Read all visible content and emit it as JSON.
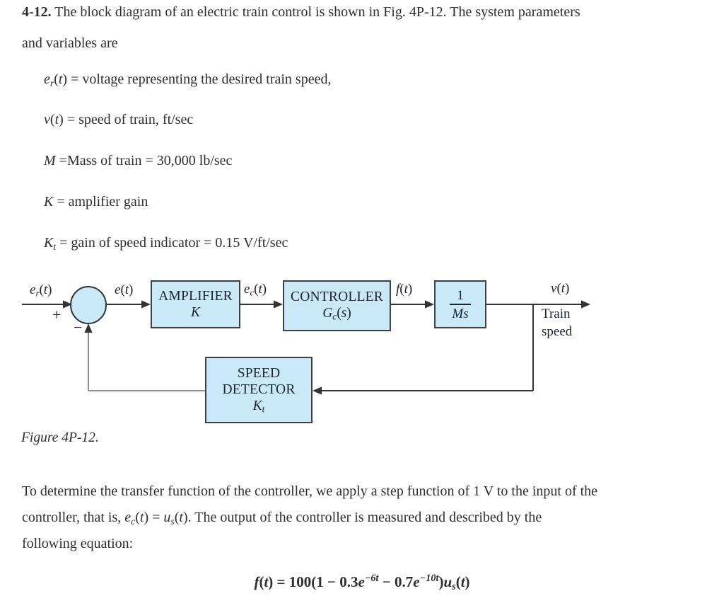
{
  "colors": {
    "page_bg": "#ffffff",
    "text": "#2e2e2e",
    "block_fill": "#c9e8f8",
    "block_border": "#3f3f3f",
    "block_text": "#1c2433",
    "line": "#333333",
    "line_light": "#8f8f8f"
  },
  "intro": {
    "line1_segments": [
      {
        "t": "4-12.",
        "s": "b"
      },
      {
        "t": "   The block diagram of an electric train control is shown in Fig. 4P-12. The system parameters",
        "s": "n"
      }
    ],
    "line2": "and variables are"
  },
  "parameters": [
    {
      "segments": [
        {
          "t": "e",
          "s": "i"
        },
        {
          "t": "r",
          "s": "sub"
        },
        {
          "t": "(",
          "s": "n"
        },
        {
          "t": "t",
          "s": "i"
        },
        {
          "t": ") = voltage representing the desired train speed,",
          "s": "n"
        }
      ]
    },
    {
      "segments": [
        {
          "t": "v",
          "s": "i"
        },
        {
          "t": "(",
          "s": "n"
        },
        {
          "t": "t",
          "s": "i"
        },
        {
          "t": ") = speed of train, ft/sec",
          "s": "n"
        }
      ]
    },
    {
      "segments": [
        {
          "t": "M",
          "s": "i"
        },
        {
          "t": " =Mass of train = 30,000 lb/sec",
          "s": "n"
        }
      ]
    },
    {
      "segments": [
        {
          "t": "K",
          "s": "i"
        },
        {
          "t": " = amplifier gain",
          "s": "n"
        }
      ]
    },
    {
      "segments": [
        {
          "t": "K",
          "s": "i"
        },
        {
          "t": "t",
          "s": "sub"
        },
        {
          "t": " = gain of speed indicator = 0.15 V/ft/sec",
          "s": "n"
        }
      ]
    }
  ],
  "diagram": {
    "input_label_segments": [
      {
        "t": "e",
        "s": "i"
      },
      {
        "t": "r",
        "s": "sub"
      },
      {
        "t": "(",
        "s": "n"
      },
      {
        "t": "t",
        "s": "i"
      },
      {
        "t": ")",
        "s": "n"
      }
    ],
    "plus_sign": "+",
    "minus_sign": "−",
    "error_label_segments": [
      {
        "t": "e",
        "s": "i"
      },
      {
        "t": "(",
        "s": "n"
      },
      {
        "t": "t",
        "s": "i"
      },
      {
        "t": ")",
        "s": "n"
      }
    ],
    "amplifier": {
      "line1": "AMPLIFIER",
      "line2_segments": [
        {
          "t": "K",
          "s": "i"
        }
      ]
    },
    "ec_label_segments": [
      {
        "t": "e",
        "s": "i"
      },
      {
        "t": "c",
        "s": "sub"
      },
      {
        "t": "(",
        "s": "n"
      },
      {
        "t": "t",
        "s": "i"
      },
      {
        "t": ")",
        "s": "n"
      }
    ],
    "controller": {
      "line1": "CONTROLLER",
      "line2_segments": [
        {
          "t": "G",
          "s": "i"
        },
        {
          "t": "c",
          "s": "sub"
        },
        {
          "t": "(",
          "s": "n"
        },
        {
          "t": "s",
          "s": "i"
        },
        {
          "t": ")",
          "s": "n"
        }
      ]
    },
    "f_label_segments": [
      {
        "t": "f",
        "s": "i"
      },
      {
        "t": "(",
        "s": "n"
      },
      {
        "t": "t",
        "s": "i"
      },
      {
        "t": ")",
        "s": "n"
      }
    ],
    "plant": {
      "numerator": "1",
      "denominator": "Ms"
    },
    "v_label_segments": [
      {
        "t": "v",
        "s": "i"
      },
      {
        "t": "(",
        "s": "n"
      },
      {
        "t": "t",
        "s": "i"
      },
      {
        "t": ")",
        "s": "n"
      }
    ],
    "output_caption_line1": "Train",
    "output_caption_line2": "speed",
    "detector": {
      "line1": "SPEED",
      "line2": "DETECTOR",
      "line3_segments": [
        {
          "t": "K",
          "s": "i"
        },
        {
          "t": "t",
          "s": "sub"
        }
      ]
    },
    "caption": "Figure 4P-12."
  },
  "body_text": {
    "line1": "To determine the transfer function of the controller, we apply a step function of 1 V to the input of the",
    "line2_segments": [
      {
        "t": "controller, that is, ",
        "s": "n"
      },
      {
        "t": "e",
        "s": "i"
      },
      {
        "t": "c",
        "s": "sub"
      },
      {
        "t": "(",
        "s": "n"
      },
      {
        "t": "t",
        "s": "i"
      },
      {
        "t": ") = ",
        "s": "n"
      },
      {
        "t": "u",
        "s": "i"
      },
      {
        "t": "s",
        "s": "sub"
      },
      {
        "t": "(",
        "s": "n"
      },
      {
        "t": "t",
        "s": "i"
      },
      {
        "t": "). The output of the controller is measured and described by the",
        "s": "n"
      }
    ],
    "line3": "following equation:",
    "equation_segments": [
      {
        "t": "f",
        "s": "i"
      },
      {
        "t": "(",
        "s": "n"
      },
      {
        "t": "t",
        "s": "i"
      },
      {
        "t": ") = 100(1 − 0.3",
        "s": "n"
      },
      {
        "t": "e",
        "s": "i"
      },
      {
        "t": "−6t",
        "s": "sup"
      },
      {
        "t": " − 0.7",
        "s": "n"
      },
      {
        "t": "e",
        "s": "i"
      },
      {
        "t": "−10t",
        "s": "sup"
      },
      {
        "t": ")",
        "s": "n"
      },
      {
        "t": "u",
        "s": "i"
      },
      {
        "t": "s",
        "s": "sub"
      },
      {
        "t": "(",
        "s": "n"
      },
      {
        "t": "t",
        "s": "i"
      },
      {
        "t": ")",
        "s": "n"
      }
    ]
  }
}
